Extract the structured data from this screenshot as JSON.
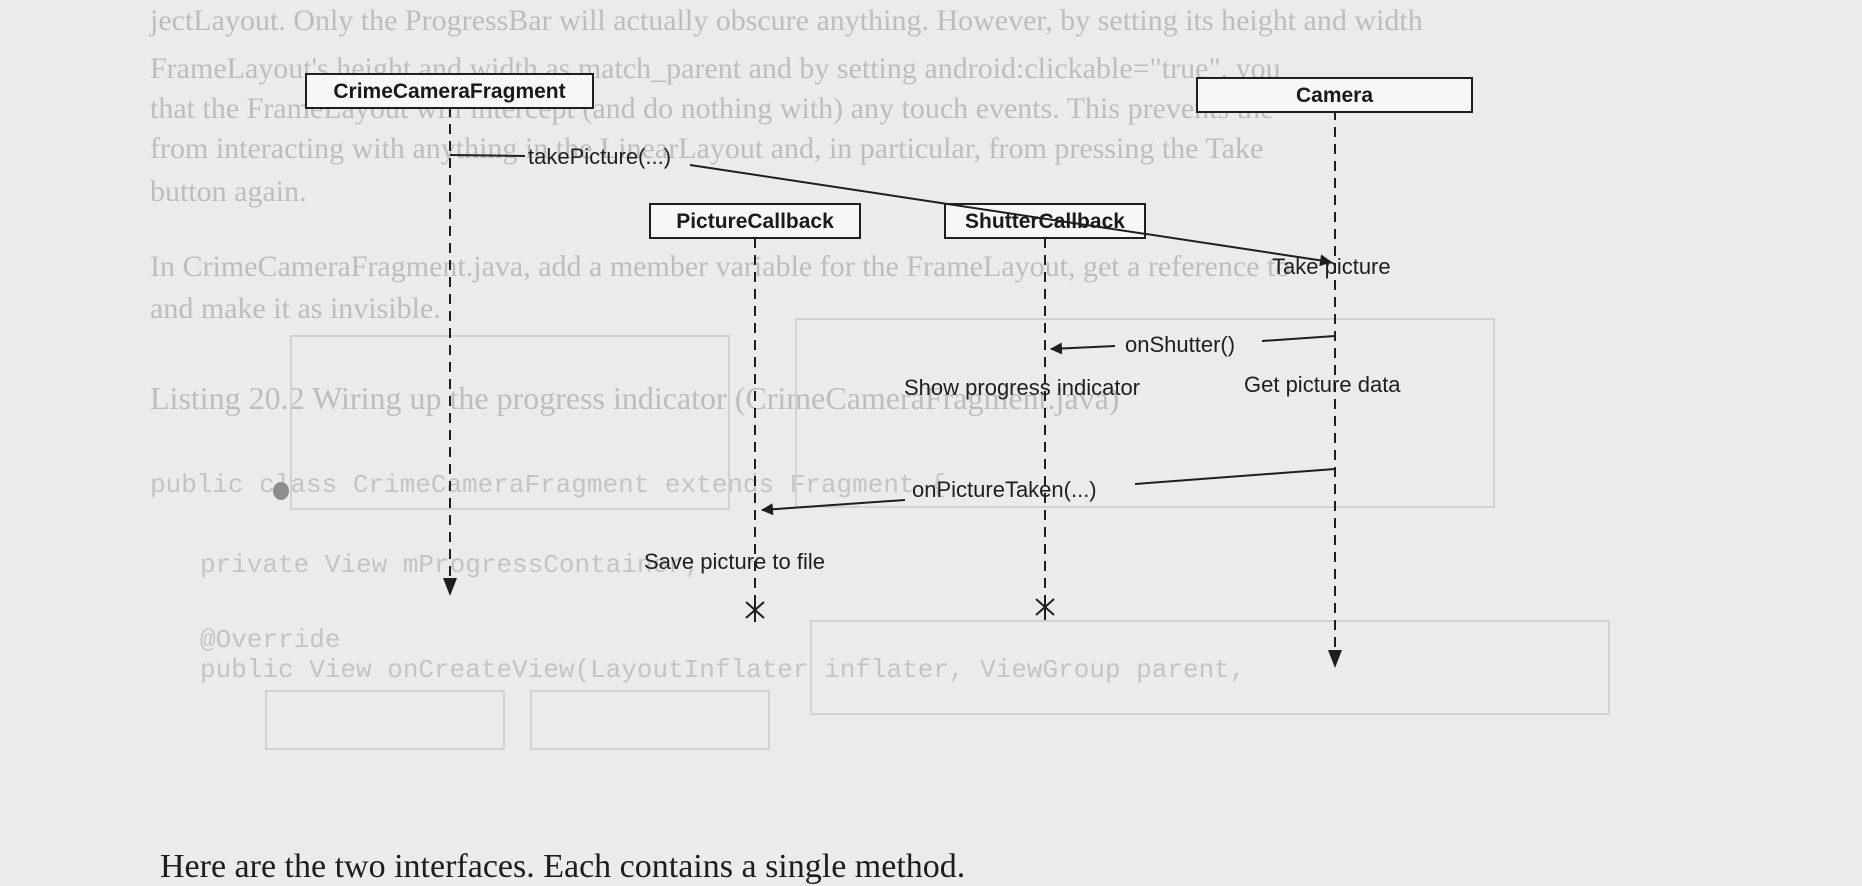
{
  "background_page": {
    "text_lines": [
      "jectLayout. Only the ProgressBar will actually obscure anything. However, by setting its height and width",
      "FrameLayout's height and width as match_parent and by setting android:clickable=\"true\", you",
      "that the FrameLayout will intercept (and do nothing with) any touch events. This prevents the",
      "from interacting with anything in the LinearLayout and, in particular, from pressing the Take",
      "button again.",
      "In CrimeCameraFragment.java, add a member variable for the FrameLayout, get a reference to",
      "and make it as invisible.",
      "Listing 20.2  Wiring up the progress indicator (CrimeCameraFragment.java)",
      "public class CrimeCameraFragment extends Fragment {",
      "private View mProgressContainer;",
      "@Override",
      "public View onCreateView(LayoutInflater inflater, ViewGroup parent,"
    ]
  },
  "diagram": {
    "participants": {
      "crime_camera_fragment": "CrimeCameraFragment",
      "camera": "Camera",
      "picture_callback": "PictureCallback",
      "shutter_callback": "ShutterCallback"
    },
    "messages": {
      "take_picture_call": "takePicture(...)",
      "on_shutter": "onShutter()",
      "on_picture_taken": "onPictureTaken(...)"
    },
    "notes": {
      "take_picture": "Take picture",
      "show_progress": "Show progress indicator",
      "get_picture_data": "Get picture data",
      "save_picture": "Save picture to file"
    }
  },
  "caption": {
    "text": "Here are the two interfaces. Each contains a single method."
  },
  "colors": {
    "ink": "#1e1e1e",
    "faded": "#bdbdbc",
    "paper": "#ebebea"
  }
}
